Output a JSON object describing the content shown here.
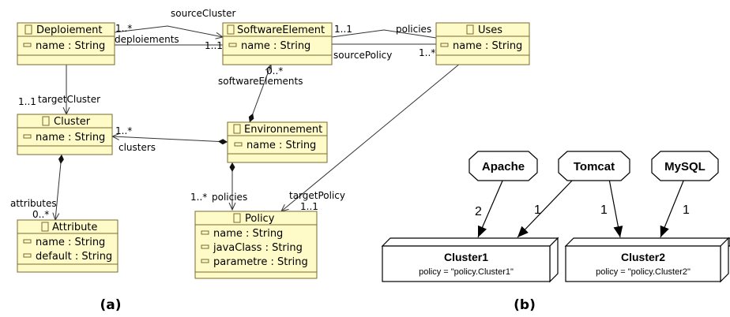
{
  "classes": {
    "deploiement": {
      "title": "Deploiement",
      "attrs": [
        "name : String"
      ]
    },
    "softwareElement": {
      "title": "SoftwareElement",
      "attrs": [
        "name : String"
      ]
    },
    "uses": {
      "title": "Uses",
      "attrs": [
        "name : String"
      ]
    },
    "cluster": {
      "title": "Cluster",
      "attrs": [
        "name : String"
      ]
    },
    "environnement": {
      "title": "Environnement",
      "attrs": [
        "name : String"
      ]
    },
    "attribute": {
      "title": "Attribute",
      "attrs": [
        "name : String",
        "default : String"
      ]
    },
    "policy": {
      "title": "Policy",
      "attrs": [
        "name : String",
        "javaClass : String",
        "parametre : String"
      ]
    }
  },
  "associations": {
    "sourceCluster": "sourceCluster",
    "deploiements": "deploiements",
    "mult_dep_1": "1..*",
    "mult_dep_2": "1..1",
    "policies_top": "policies",
    "mult_sw_uses": "1..1",
    "sourcePolicy": "sourcePolicy",
    "mult_uses": "1..*",
    "mult_sw": "0..*",
    "softwareElements": "softwareElements",
    "mult_target": "1..1",
    "targetCluster": "targetCluster",
    "mult_clusters": "1..*",
    "clusters": "clusters",
    "attributes": "attributes",
    "mult_attr": "0..*",
    "mult_policies": "1..*",
    "policies": "policies",
    "targetPolicy": "targetPolicy",
    "mult_tp": "1..1"
  },
  "graph": {
    "nodes": [
      "Apache",
      "Tomcat",
      "MySQL"
    ],
    "weights": [
      "2",
      "1",
      "1",
      "1"
    ],
    "clusters": [
      {
        "name": "Cluster1",
        "policy": "policy = \"policy.Cluster1\""
      },
      {
        "name": "Cluster2",
        "policy": "policy = \"policy.Cluster2\""
      }
    ]
  },
  "captions": {
    "a": "(a)",
    "b": "(b)"
  }
}
